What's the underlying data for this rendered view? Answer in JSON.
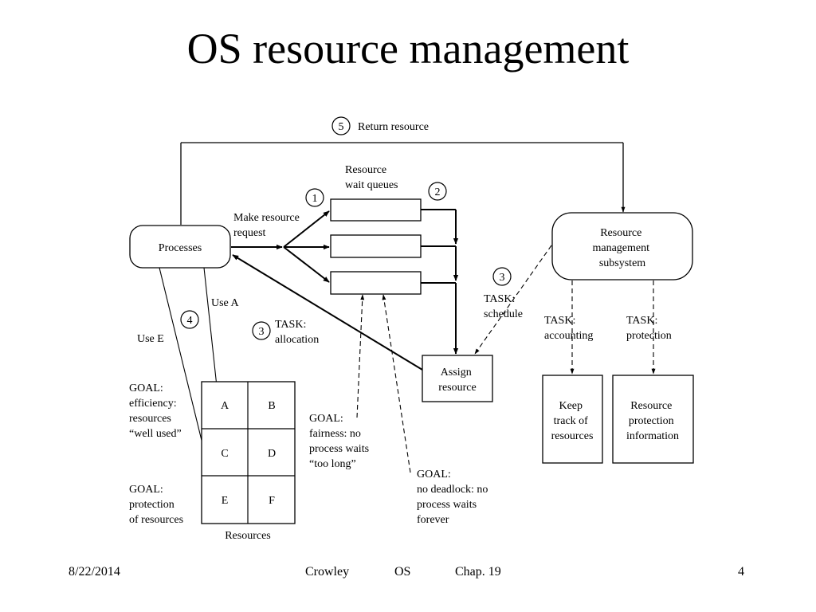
{
  "slide": {
    "title": "OS resource management",
    "footer": {
      "date": "8/22/2014",
      "author": "Crowley",
      "course": "OS",
      "chapter": "Chap. 19",
      "page": "4"
    }
  },
  "diagram": {
    "step5_num": "5",
    "step5_label": "Return resource",
    "queues_title": [
      "Resource",
      "wait queues"
    ],
    "step1_num": "1",
    "step2_num": "2",
    "step3_num": "3",
    "step4_num": "4",
    "request_label": [
      "Make resource",
      "request"
    ],
    "processes_label": "Processes",
    "rms_label": [
      "Resource",
      "management",
      "subsystem"
    ],
    "task_schedule": [
      "TASK:",
      "schedule"
    ],
    "task_accounting": [
      "TASK:",
      "accounting"
    ],
    "task_protection": [
      "TASK:",
      "protection"
    ],
    "task_allocation": [
      "TASK:",
      "allocation"
    ],
    "use_a": "Use A",
    "use_e": "Use E",
    "assign_label": [
      "Assign",
      "resource"
    ],
    "keep_track": [
      "Keep",
      "track of",
      "resources"
    ],
    "protection_info": [
      "Resource",
      "protection",
      "information"
    ],
    "goal_efficiency": [
      "GOAL:",
      "efficiency:",
      "resources",
      "“well used”"
    ],
    "goal_protection": [
      "GOAL:",
      "protection",
      "of resources"
    ],
    "goal_fairness": [
      "GOAL:",
      "fairness:  no",
      "process waits",
      "“too long”"
    ],
    "goal_deadlock": [
      "GOAL:",
      "no deadlock:  no",
      "process waits",
      "forever"
    ],
    "resources_cells": [
      "A",
      "B",
      "C",
      "D",
      "E",
      "F"
    ],
    "resources_label": "Resources"
  }
}
